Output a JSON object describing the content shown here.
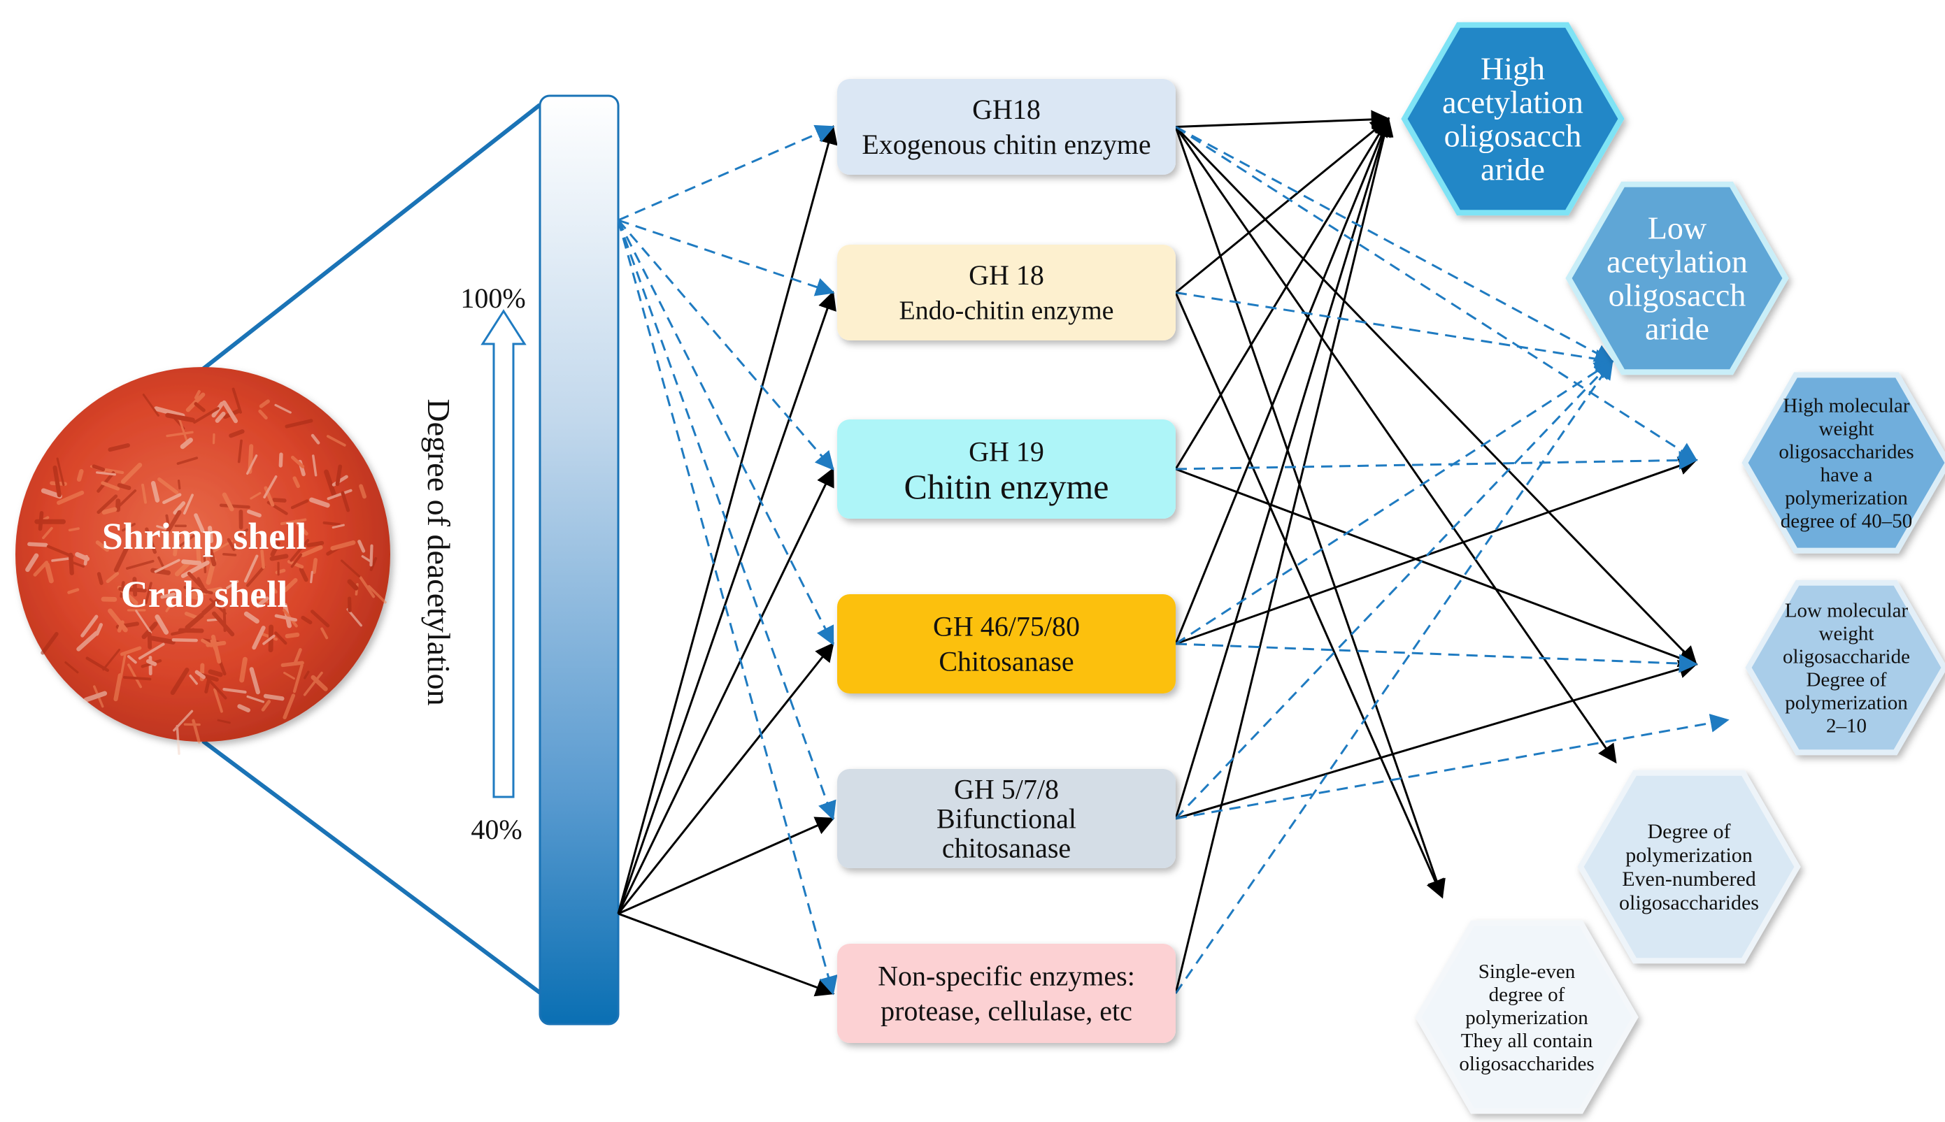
{
  "source": {
    "label_line1": "Shrimp shell",
    "label_line2": "Crab shell"
  },
  "scale": {
    "top_label": "100%",
    "bottom_label": "40%",
    "axis_label": "Degree of deacetylation"
  },
  "enzymes": [
    {
      "id": "gh18-exo",
      "lines": [
        "GH18",
        "Exogenous chitin enzyme"
      ],
      "fill": "#dbe7f4"
    },
    {
      "id": "gh18-endo",
      "lines": [
        "GH 18",
        "Endo-chitin enzyme"
      ],
      "fill": "#fdf0cf"
    },
    {
      "id": "gh19",
      "lines": [
        "GH 19",
        "Chitin enzyme"
      ],
      "fill": "#aef5f8"
    },
    {
      "id": "gh46",
      "lines": [
        "GH 46/75/80",
        "Chitosanase"
      ],
      "fill": "#fcc00a"
    },
    {
      "id": "gh578",
      "lines": [
        "GH 5/7/8",
        "Bifunctional",
        "chitosanase"
      ],
      "fill": "#d4dde6"
    },
    {
      "id": "nonspecific",
      "lines": [
        "Non-specific enzymes:",
        "protease, cellulase, etc"
      ],
      "fill": "#fcd1d3"
    }
  ],
  "products": [
    {
      "id": "high-acetylation",
      "lines": [
        "High",
        "acetylation",
        "oligosacch",
        "aride"
      ],
      "fill": "#2387c7",
      "text_color": "#ffffff"
    },
    {
      "id": "low-acetylation",
      "lines": [
        "Low",
        "acetylation",
        "oligosacch",
        "aride"
      ],
      "fill": "#5fa6d6",
      "text_color": "#ffffff"
    },
    {
      "id": "high-mw",
      "lines": [
        "High molecular",
        "weight",
        "oligosaccharides",
        "have a",
        "polymerization",
        "degree of 40–50"
      ],
      "fill": "#6faedc",
      "text_color": "#111111"
    },
    {
      "id": "low-mw",
      "lines": [
        "Low molecular",
        "weight",
        "oligosaccharide",
        "Degree of",
        "polymerization",
        "2–10"
      ],
      "fill": "#a9cde9",
      "text_color": "#111111"
    },
    {
      "id": "even-numbered",
      "lines": [
        "Degree of",
        "polymerization",
        "Even-numbered",
        "oligosaccharides"
      ],
      "fill": "#d9e8f4",
      "text_color": "#111111"
    },
    {
      "id": "single-even",
      "lines": [
        "Single-even",
        "degree of",
        "polymerization",
        "They all contain",
        "oligosaccharides"
      ],
      "fill": "#f1f6fa",
      "text_color": "#111111"
    }
  ],
  "links_solid": [
    [
      "scale",
      "gh18-exo"
    ],
    [
      "scale",
      "gh18-endo"
    ],
    [
      "scale",
      "gh19"
    ],
    [
      "scale",
      "gh46"
    ],
    [
      "scale",
      "gh578"
    ],
    [
      "scale",
      "nonspecific"
    ],
    [
      "gh18-exo",
      "high-acetylation"
    ],
    [
      "gh18-exo",
      "low-mw"
    ],
    [
      "gh18-exo",
      "even-numbered"
    ],
    [
      "gh18-exo",
      "single-even"
    ],
    [
      "gh18-endo",
      "high-acetylation"
    ],
    [
      "gh18-endo",
      "single-even"
    ],
    [
      "gh19",
      "high-acetylation"
    ],
    [
      "gh19",
      "low-mw"
    ],
    [
      "gh46",
      "high-acetylation"
    ],
    [
      "gh46",
      "high-mw"
    ],
    [
      "gh578",
      "high-acetylation"
    ],
    [
      "gh578",
      "low-mw"
    ],
    [
      "nonspecific",
      "high-acetylation"
    ]
  ],
  "links_dashed": [
    [
      "scale",
      "gh18-exo"
    ],
    [
      "scale",
      "gh18-endo"
    ],
    [
      "scale",
      "gh19"
    ],
    [
      "scale",
      "gh46"
    ],
    [
      "scale",
      "gh578"
    ],
    [
      "scale",
      "nonspecific"
    ],
    [
      "gh18-exo",
      "low-acetylation"
    ],
    [
      "gh18-exo",
      "high-mw"
    ],
    [
      "gh18-endo",
      "low-acetylation"
    ],
    [
      "gh19",
      "high-mw"
    ],
    [
      "gh46",
      "low-acetylation"
    ],
    [
      "gh46",
      "low-mw"
    ],
    [
      "gh578",
      "low-acetylation"
    ],
    [
      "gh578",
      "low-mw-lower"
    ],
    [
      "nonspecific",
      "low-acetylation"
    ]
  ],
  "colors": {
    "solid_arrow": "#000000",
    "dashed_arrow": "#1f7bc1",
    "cone_line": "#1a73b6",
    "scale_top": "#ffffff",
    "scale_bottom": "#0a6fb3",
    "shell_base": "#d9452a"
  }
}
